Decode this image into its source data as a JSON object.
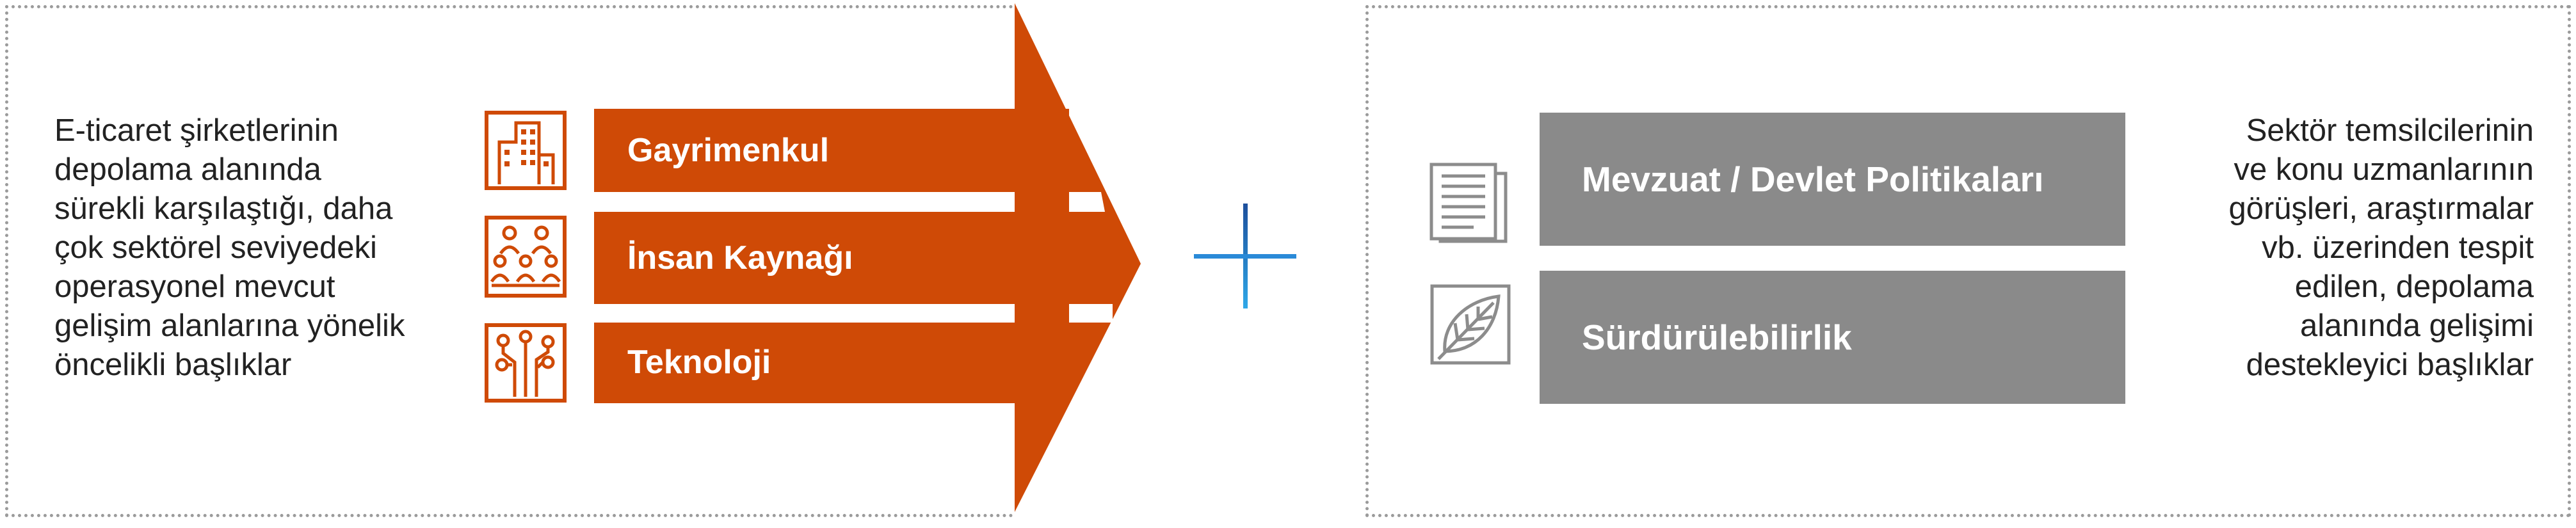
{
  "left_panel": {
    "description": "E-ticaret şirketlerinin\ndepolama alanında\nsürekli karşılaştığı, daha\nçok sektörel seviyedeki\noperasyonel mevcut\ngelişim alanlarına yönelik\nöncelikli başlıklar",
    "items": [
      {
        "label": "Gayrimenkul",
        "icon": "building-icon"
      },
      {
        "label": "İnsan Kaynağı",
        "icon": "people-group-icon"
      },
      {
        "label": "Teknoloji",
        "icon": "circuit-icon"
      }
    ]
  },
  "connector": {
    "symbol": "plus-icon"
  },
  "right_panel": {
    "description": "Sektör temsilcilerinin\nve konu uzmanlarının\ngörüşleri, araştırmalar\nvb. üzerinden tespit\nedilen, depolama\nalanında gelişimi\ndestekleyici başlıklar",
    "items": [
      {
        "label": "Mevzuat / Devlet Politikaları",
        "icon": "document-icon"
      },
      {
        "label": "Sürdürülebilirlik",
        "icon": "leaf-icon"
      }
    ]
  },
  "colors": {
    "accent_orange": "#cf4a06",
    "box_grey": "#8a8a8a",
    "icon_grey": "#8c8c8c",
    "plus_blue": "#1f7fd0",
    "border_dots": "#9b9b9b"
  }
}
